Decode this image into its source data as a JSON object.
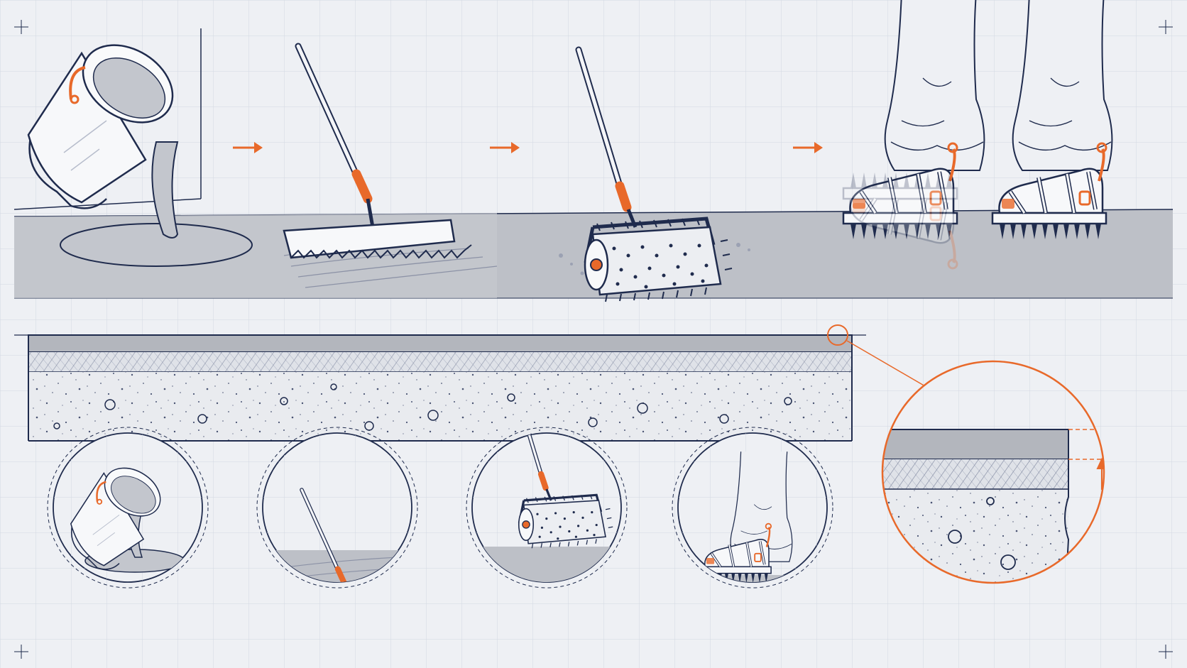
{
  "diagram": {
    "steps": [
      {
        "id": "pour",
        "tool": "bucket"
      },
      {
        "id": "spread",
        "tool": "notched-squeegee"
      },
      {
        "id": "deaerate",
        "tool": "spiked-roller"
      },
      {
        "id": "walk",
        "tool": "spiked-shoes"
      }
    ],
    "cross_section_layers": [
      "self-leveling-topcoat",
      "primer-layer",
      "concrete-substrate"
    ],
    "detail_callout": "layer-thickness-dimension",
    "colors": {
      "background": "#eef0f4",
      "grid": "#d3d8e2",
      "ink": "#1f2b4d",
      "accent": "#e8692a",
      "floor": "#b9bcc4",
      "liquid": "#c3c6cd",
      "concrete": "#e9ebef"
    }
  }
}
